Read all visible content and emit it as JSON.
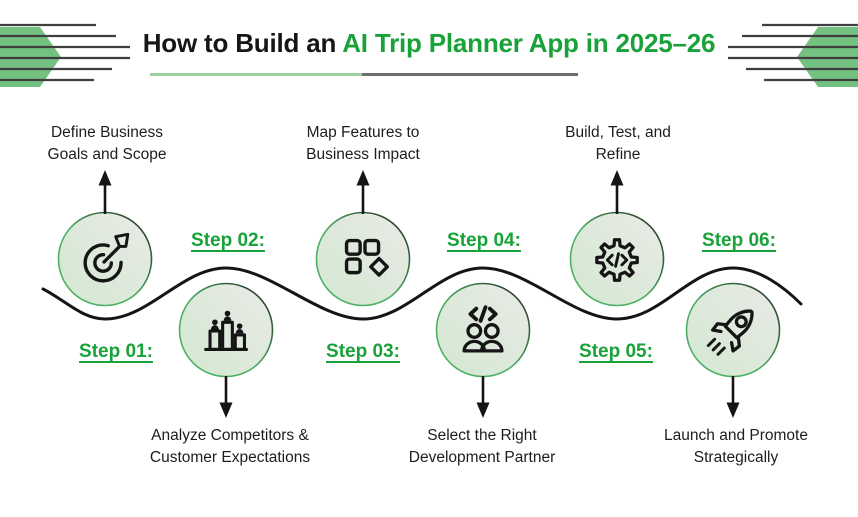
{
  "header": {
    "title_prefix": "How to Build an",
    "title_highlight": "AI Trip Planner App in 2025–26"
  },
  "steps": [
    {
      "label": "Step 01:",
      "desc": "Define Business\nGoals and Scope",
      "icon": "target-dart-icon"
    },
    {
      "label": "Step 02:",
      "desc": "Analyze Competitors &\nCustomer Expectations",
      "icon": "podium-people-icon"
    },
    {
      "label": "Step 03:",
      "desc": "Map Features to\nBusiness Impact",
      "icon": "categories-icon"
    },
    {
      "label": "Step 04:",
      "desc": "Select the Right\nDevelopment Partner",
      "icon": "dev-team-code-icon"
    },
    {
      "label": "Step 05:",
      "desc": "Build, Test, and\nRefine",
      "icon": "gear-code-icon"
    },
    {
      "label": "Step 06:",
      "desc": "Launch and Promote\nStrategically",
      "icon": "rocket-icon"
    }
  ],
  "colors": {
    "accent_green": "#1aa23a",
    "ornament_green": "#74c281",
    "underline_left_green": "#9ccf9f",
    "underline_right_gray": "#6e6e6e",
    "ink": "#1d1d1d"
  }
}
